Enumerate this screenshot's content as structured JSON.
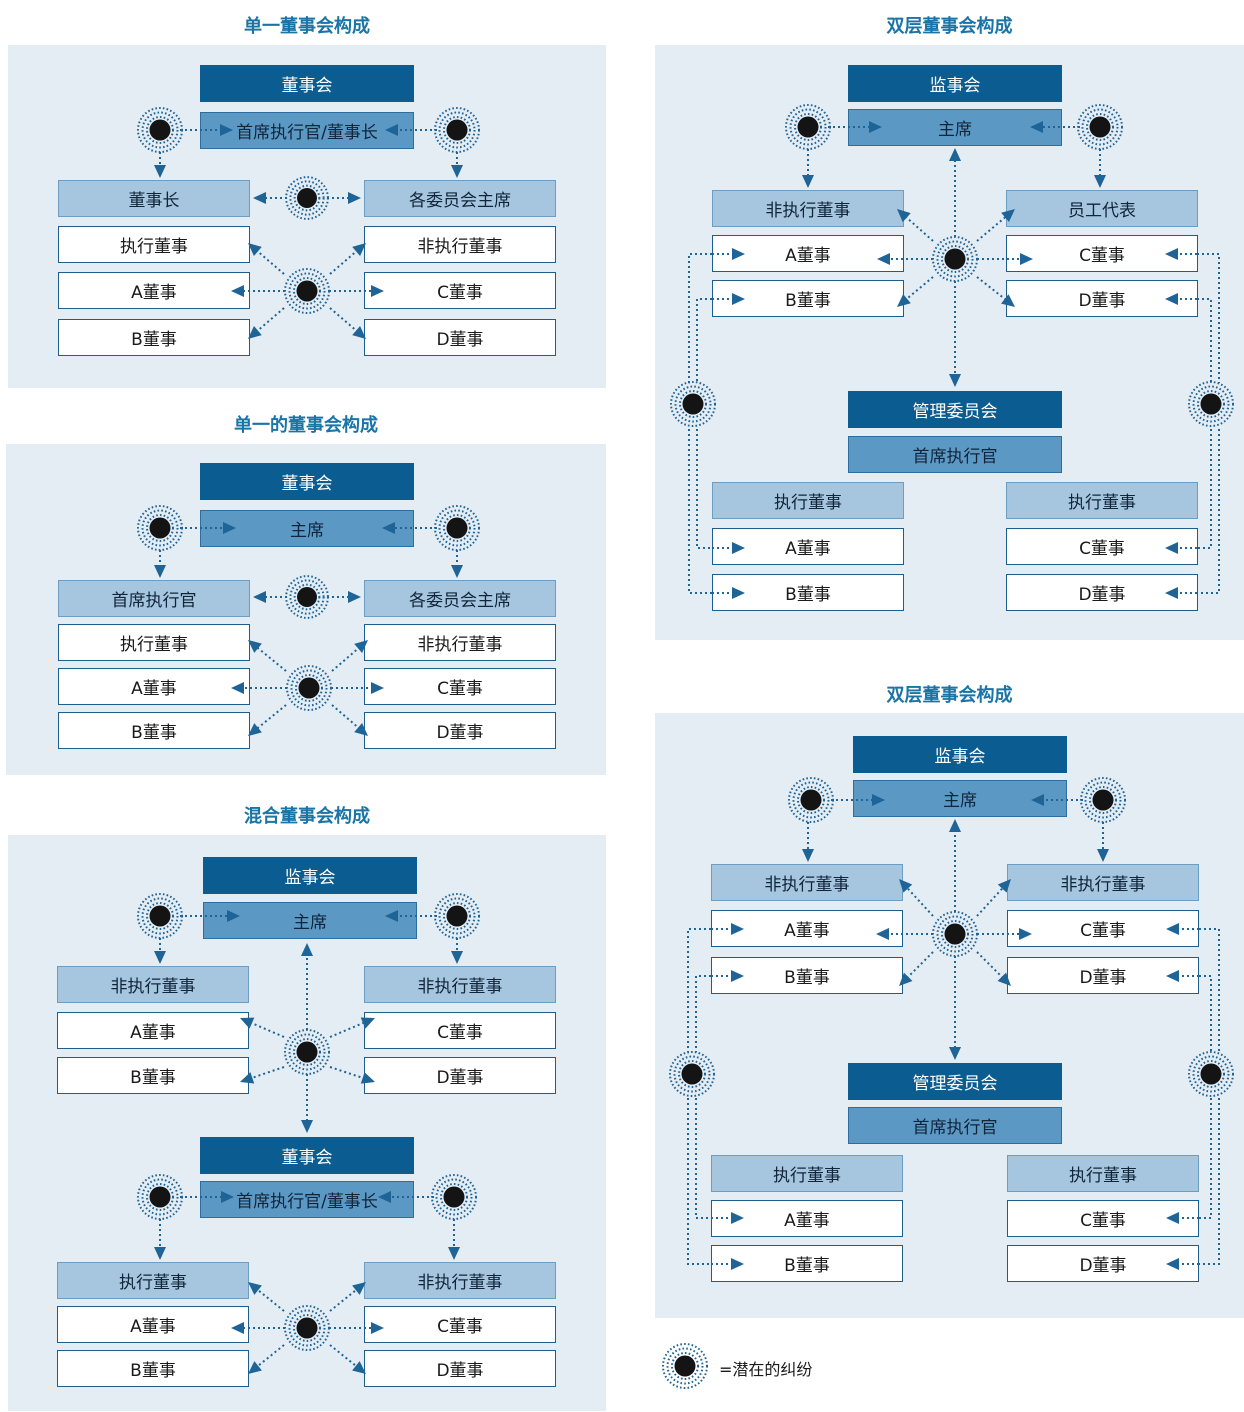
{
  "diagrams": [
    {
      "title": "单一董事会构成",
      "top": "董事会",
      "second": "首席执行官/董事长",
      "left_header": "董事长",
      "right_header": "各委员会主席",
      "left": [
        "执行董事",
        "A董事",
        "B董事"
      ],
      "right": [
        "非执行董事",
        "C董事",
        "D董事"
      ]
    },
    {
      "title": "单一的董事会构成",
      "top": "董事会",
      "second": "主席",
      "left_header": "首席执行官",
      "right_header": "各委员会主席",
      "left": [
        "执行董事",
        "A董事",
        "B董事"
      ],
      "right": [
        "非执行董事",
        "C董事",
        "D董事"
      ]
    },
    {
      "title": "混合董事会构成",
      "upper": {
        "top": "监事会",
        "second": "主席",
        "left_header": "非执行董事",
        "right_header": "非执行董事",
        "left": [
          "A董事",
          "B董事"
        ],
        "right": [
          "C董事",
          "D董事"
        ]
      },
      "lower": {
        "top": "董事会",
        "second": "首席执行官/董事长",
        "left_header": "执行董事",
        "right_header": "非执行董事",
        "left": [
          "A董事",
          "B董事"
        ],
        "right": [
          "C董事",
          "D董事"
        ]
      }
    },
    {
      "title": "双层董事会构成",
      "top": "监事会",
      "second": "主席",
      "left_header": "非执行董事",
      "right_header": "员工代表",
      "left": [
        "A董事",
        "B董事"
      ],
      "right": [
        "C董事",
        "D董事"
      ],
      "mgmt": "管理委员会",
      "ceo": "首席执行官",
      "exec_left_header": "执行董事",
      "exec_right_header": "执行董事",
      "exec_left": [
        "A董事",
        "B董事"
      ],
      "exec_right": [
        "C董事",
        "D董事"
      ]
    },
    {
      "title": "双层董事会构成",
      "top": "监事会",
      "second": "主席",
      "left_header": "非执行董事",
      "right_header": "非执行董事",
      "left": [
        "A董事",
        "B董事"
      ],
      "right": [
        "C董事",
        "D董事"
      ],
      "mgmt": "管理委员会",
      "ceo": "首席执行官",
      "exec_left_header": "执行董事",
      "exec_right_header": "执行董事",
      "exec_left": [
        "A董事",
        "B董事"
      ],
      "exec_right": [
        "C董事",
        "D董事"
      ]
    }
  ],
  "legend": {
    "label": "=潜在的纠纷",
    "icon": "conflict-icon"
  },
  "colors": {
    "arrow": "#1f6496",
    "dark": "#0b5d91",
    "panel": "#e4ecf4"
  }
}
